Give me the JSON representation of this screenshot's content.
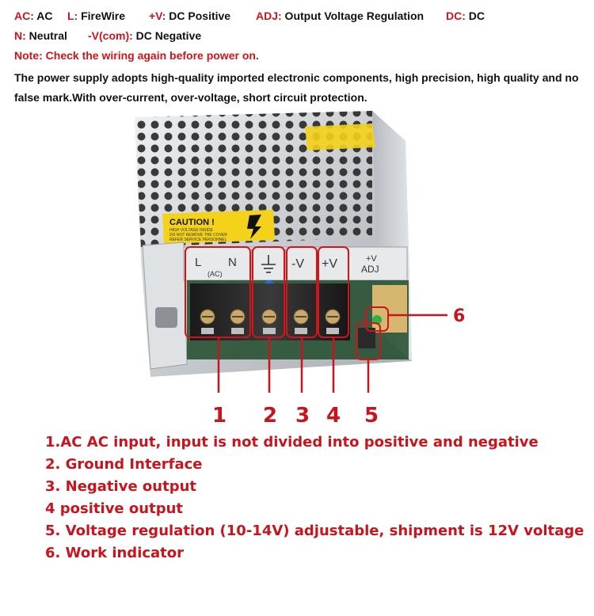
{
  "header": {
    "line1": [
      {
        "key": "AC:",
        "value": " AC"
      },
      {
        "key": "L:",
        "value": " FireWire"
      },
      {
        "key": "+V:",
        "value": " DC Positive"
      },
      {
        "key": "ADJ:",
        "value": " Output Voltage Regulation"
      },
      {
        "key": "DC:",
        "value": " DC"
      }
    ],
    "line2": [
      {
        "key": "N:",
        "value": " Neutral"
      },
      {
        "key": "-V(com):",
        "value": " DC Negative"
      }
    ],
    "note": "Note: Check the wiring again before power on.",
    "description": "The power supply adopts high-quality imported electronic components, high precision, high quality and no false mark.With over-current, over-voltage, short circuit protection."
  },
  "photo": {
    "caution_title": "CAUTION !",
    "caution_lines": [
      "HIGH VOLTAGE INSIDE",
      "DO NOT REMOVE THE COVER",
      "REFER SERVICE PERSONNEL"
    ],
    "terminals": {
      "l": "L",
      "n": "N",
      "ac": "(AC)",
      "neg": "-V",
      "pos": "+V",
      "adj_top": "+V",
      "adj_bottom": "ADJ"
    },
    "callout_6": "6",
    "colors": {
      "accent": "#d0141a",
      "callout": "#c8141c",
      "caution": "#f4d21a"
    }
  },
  "numbers": [
    "1",
    "2",
    "3",
    "4",
    "5"
  ],
  "legend": [
    "1.AC AC input, input is not divided into positive and negative",
    "2. Ground Interface",
    "3. Negative output",
    "4 positive output",
    "5. Voltage regulation (10-14V) adjustable, shipment is 12V voltage",
    "6. Work indicator"
  ]
}
